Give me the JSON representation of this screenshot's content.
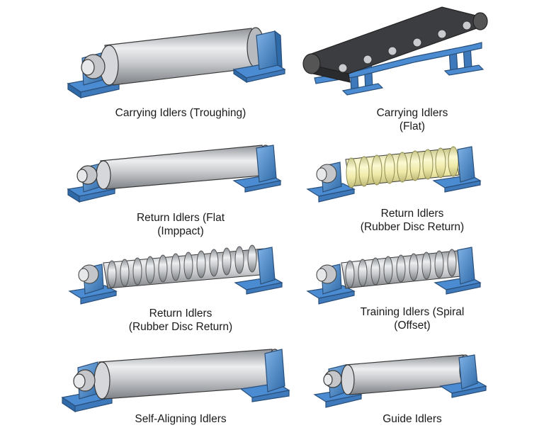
{
  "colors": {
    "bracket": "#4a8bd1",
    "bracket_dark": "#2f6aa8",
    "bracket_light": "#7fb2e6",
    "roller": "#c9cbce",
    "roller_dark": "#8d9095",
    "roller_light": "#eceef0",
    "rubber_yellow": "#f2f0b4",
    "belt": "#3c3d40",
    "outline": "#3a3a3a"
  },
  "panels": [
    {
      "icon": "carrying-idler-troughing-icon",
      "caption": "Carrying Idlers (Troughing)"
    },
    {
      "icon": "carrying-idler-flat-icon",
      "caption": "Carrying Idlers\n(Flat)"
    },
    {
      "icon": "return-idler-flat-impact-icon",
      "caption": "Return Idlers (Flat\n(Imppact)"
    },
    {
      "icon": "return-idler-rubber-disc-yellow-icon",
      "caption": "Return Idlers\n(Rubber Disc Return)"
    },
    {
      "icon": "return-idler-rubber-disc-icon",
      "caption": "Return Idlers\n(Rubber Disc Return)"
    },
    {
      "icon": "training-idler-spiral-icon",
      "caption": "Training Idlers (Spiral\n(Offset)"
    },
    {
      "icon": "self-aligning-idler-icon",
      "caption": "Self-Aligning Idlers"
    },
    {
      "icon": "guide-idler-icon",
      "caption": "Guide Idlers"
    }
  ]
}
